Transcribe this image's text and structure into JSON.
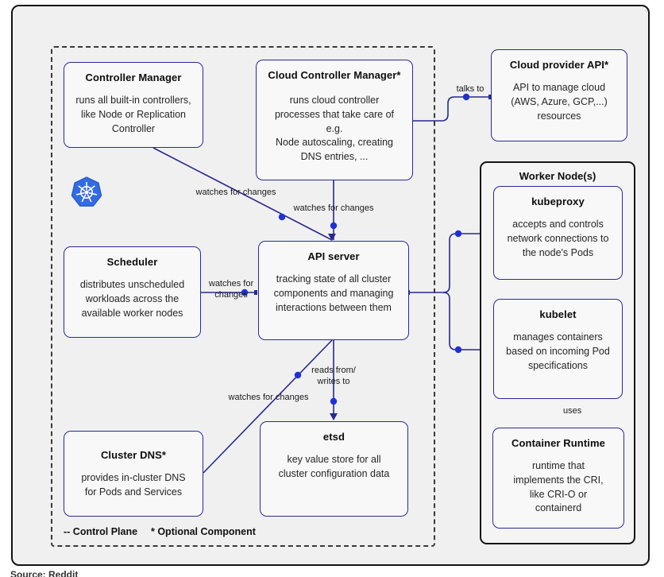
{
  "nodes": {
    "controller_manager": {
      "title": "Controller Manager",
      "body": "runs all built-in controllers,\nlike Node or Replication\nController"
    },
    "cloud_controller_manager": {
      "title": "Cloud Controller Manager*",
      "body": "runs cloud controller\nprocesses that take care of\ne.g.\nNode autoscaling, creating\nDNS entries, ..."
    },
    "cloud_provider_api": {
      "title": "Cloud provider API*",
      "body": "API to manage cloud\n(AWS, Azure, GCP,...)\nresources"
    },
    "scheduler": {
      "title": "Scheduler",
      "body": "distributes unscheduled\nworkloads across the\navailable worker nodes"
    },
    "api_server": {
      "title": "API server",
      "body": "tracking state of all cluster\ncomponents and managing\ninteractions between them"
    },
    "cluster_dns": {
      "title": "Cluster DNS*",
      "body": "provides in-cluster DNS\nfor Pods and Services"
    },
    "etsd": {
      "title": "etsd",
      "body": "key value store for all\ncluster configuration data"
    },
    "worker_node": {
      "title": "Worker Node(s)"
    },
    "kubeproxy": {
      "title": "kubeproxy",
      "body": "accepts and controls\nnetwork connections to\nthe node's Pods"
    },
    "kubelet": {
      "title": "kubelet",
      "body": "manages containers\nbased on incoming Pod\nspecifications"
    },
    "container_runtime": {
      "title": "Container Runtime",
      "body": "runtime that\nimplements the CRI,\nlike CRI-O or\ncontainerd"
    }
  },
  "edge_labels": {
    "cm_watches": "watches for changes",
    "ccm_watches": "watches for changes",
    "talks_to": "talks to",
    "scheduler_watches": "watches for\nchanges",
    "dns_watches": "watches for changes",
    "reads_writes": "reads from/\nwrites to",
    "uses": "uses"
  },
  "legend": {
    "control_plane": "-- Control Plane",
    "optional_component": "* Optional Component"
  },
  "caption": "Source: Reddit",
  "icons": {
    "kubernetes_logo": "kubernetes-logo"
  },
  "colors": {
    "line": "#28288f",
    "dot": "#2130d6",
    "box_border": "#29299e",
    "k8s_blue": "#326CE5",
    "frame_bg": "#f0f0f0"
  }
}
